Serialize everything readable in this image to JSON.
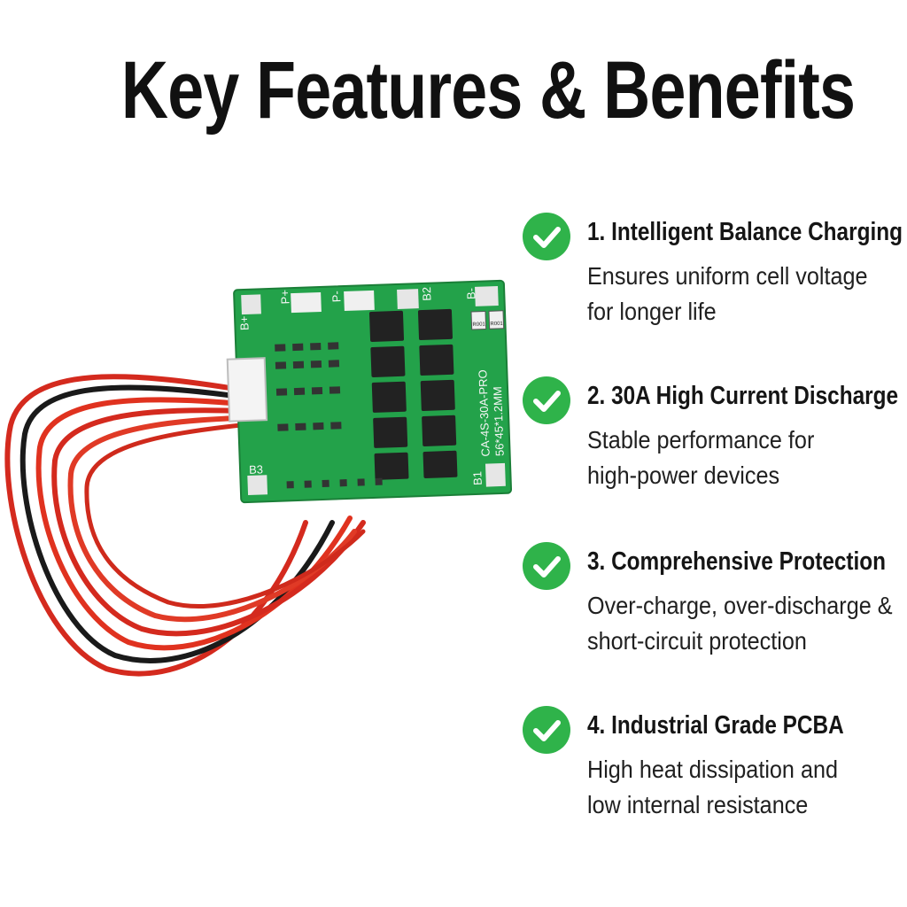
{
  "headline": "Key Features & Benefits",
  "accent_color": "#2fb34a",
  "board_labels": {
    "b_plus": "B+",
    "p_plus": "P+",
    "p_minus": "P-",
    "b2": "B2",
    "b_minus": "B-",
    "b3": "B3",
    "b1": "B1",
    "model": "CA-4S-30A-PRO",
    "size": "56*45*1.2MM",
    "r1": "R001",
    "r2": "R001"
  },
  "features": [
    {
      "icon": "check-circle-icon",
      "title": "1. Intelligent Balance Charging",
      "desc_line1": "Ensures uniform cell voltage",
      "desc_line2": "for longer life"
    },
    {
      "icon": "check-circle-icon",
      "title": "2. 30A High Current Discharge",
      "desc_line1": "Stable performance for",
      "desc_line2": "high-power devices"
    },
    {
      "icon": "check-circle-icon",
      "title": "3. Comprehensive Protection",
      "desc_line1": "Over-charge, over-discharge &",
      "desc_line2": "short-circuit protection"
    },
    {
      "icon": "check-circle-icon",
      "title": "4. Industrial Grade PCBA",
      "desc_line1": "High heat dissipation and",
      "desc_line2": "low internal resistance"
    }
  ]
}
